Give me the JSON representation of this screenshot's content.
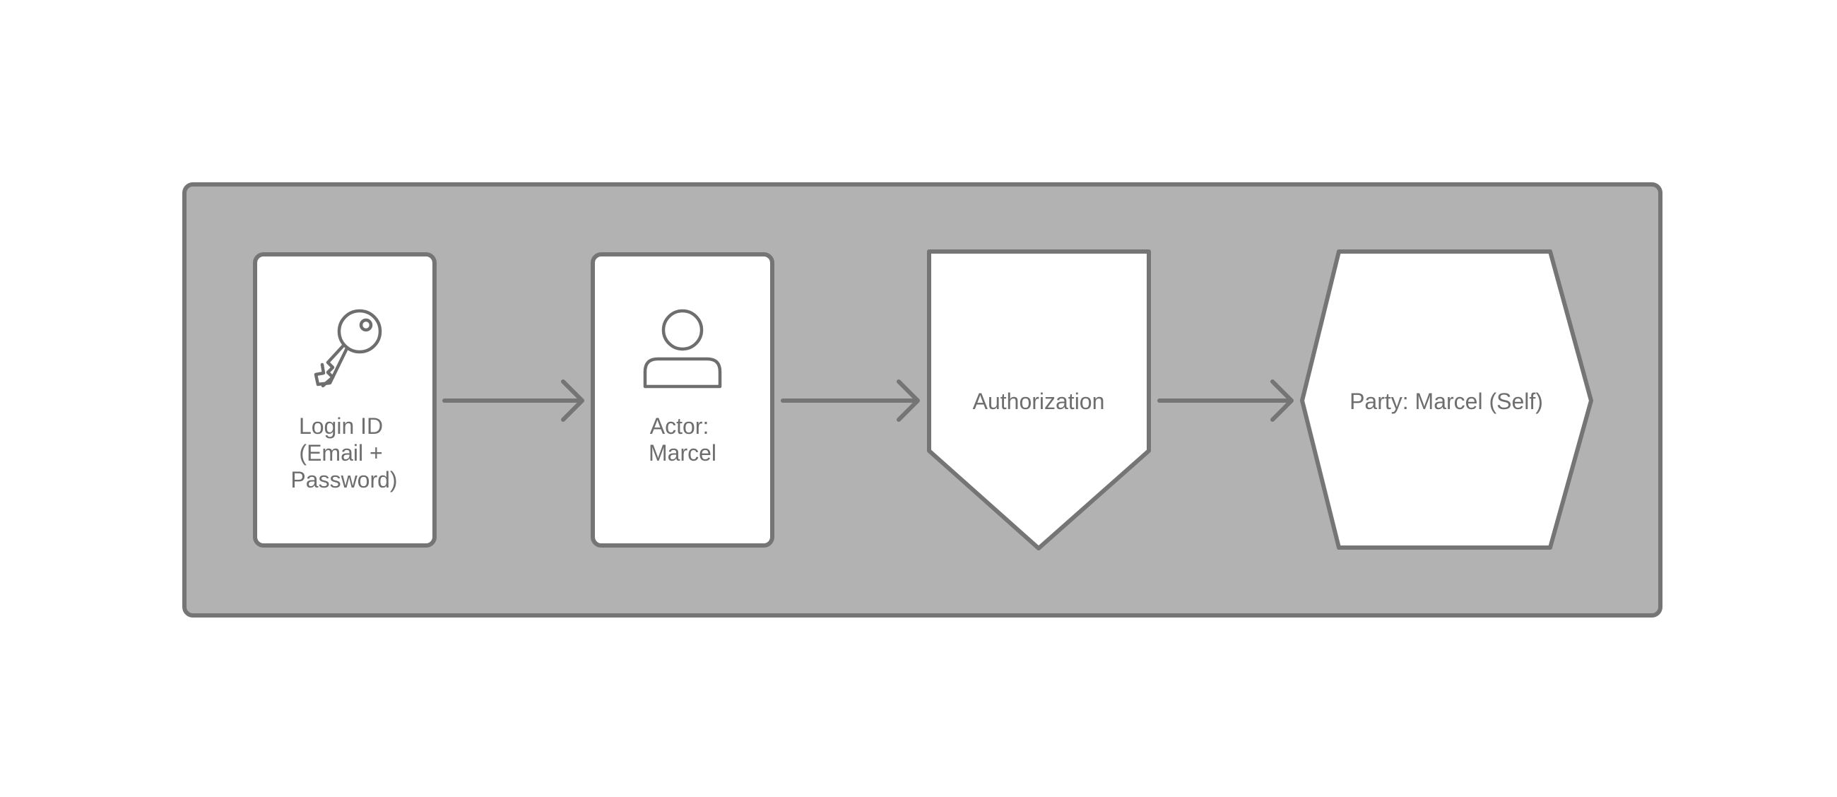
{
  "diagram": {
    "colors": {
      "container_fill": "#b2b2b2",
      "stroke": "#757575",
      "node_fill": "#ffffff",
      "text": "#6e6e6e"
    },
    "nodes": [
      {
        "id": "login-id",
        "shape": "rounded-rectangle",
        "icon": "key-icon",
        "label_lines": [
          "Login ID",
          "(Email +",
          "Password)"
        ]
      },
      {
        "id": "actor",
        "shape": "rounded-rectangle",
        "icon": "user-icon",
        "label_lines": [
          "Actor:",
          "Marcel"
        ]
      },
      {
        "id": "authorization",
        "shape": "pentagon-down",
        "icon": null,
        "label_lines": [
          "Authorization"
        ]
      },
      {
        "id": "party",
        "shape": "hexagon",
        "icon": null,
        "label_lines": [
          "Party: Marcel (Self)"
        ]
      }
    ],
    "edges": [
      {
        "from": "login-id",
        "to": "actor"
      },
      {
        "from": "actor",
        "to": "authorization"
      },
      {
        "from": "authorization",
        "to": "party"
      }
    ]
  }
}
